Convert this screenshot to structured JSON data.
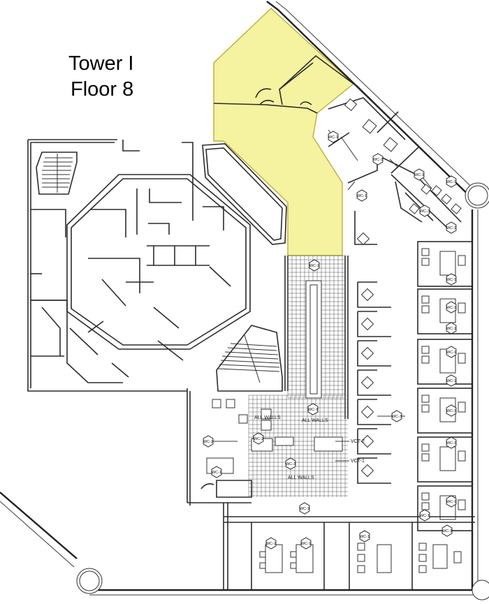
{
  "plan": {
    "title_line1": "Tower I",
    "title_line2": "Floor 8",
    "highlight_color": "#f5f2a0",
    "highlight_stroke": "#b8b03a",
    "tags": [
      {
        "label": "WC-1",
        "kind": "hex"
      },
      {
        "label": "WC-3",
        "kind": "hex"
      },
      {
        "label": "WC-1",
        "kind": "hex"
      },
      {
        "label": "WC-3",
        "kind": "hex"
      },
      {
        "label": "WC-1",
        "kind": "hex"
      },
      {
        "label": "WC-1",
        "kind": "hex"
      },
      {
        "label": "WC-3",
        "kind": "hex"
      },
      {
        "label": "WC-1",
        "kind": "hex"
      },
      {
        "label": "WC-1",
        "kind": "hex"
      },
      {
        "label": "WC-1",
        "kind": "hex"
      },
      {
        "label": "WC-1",
        "kind": "hex"
      },
      {
        "label": "WC-3",
        "kind": "hex"
      },
      {
        "label": "WC-1",
        "kind": "hex"
      },
      {
        "label": "WC-1",
        "kind": "hex"
      },
      {
        "label": "WC-1",
        "kind": "hex"
      },
      {
        "label": "WC-1",
        "kind": "hex"
      },
      {
        "label": "WC-1",
        "kind": "hex"
      },
      {
        "label": "WC-1",
        "kind": "hex"
      },
      {
        "label": "WC-2",
        "kind": "hex"
      },
      {
        "label": "WC-3",
        "kind": "hex"
      },
      {
        "label": "WC-1",
        "kind": "hex"
      },
      {
        "label": "WC-1",
        "kind": "hex"
      },
      {
        "label": "WC-1",
        "kind": "hex"
      },
      {
        "label": "WC-1",
        "kind": "hex"
      },
      {
        "label": "WC-1",
        "kind": "hex"
      },
      {
        "label": "WC-2",
        "kind": "hex"
      },
      {
        "label": "WC-3",
        "kind": "hex"
      },
      {
        "label": "WC-3",
        "kind": "hex"
      }
    ],
    "notes": [
      {
        "label": "ALL WALLS"
      },
      {
        "label": "ALL WALLS"
      },
      {
        "label": "ALL WALLS"
      },
      {
        "label": "VCT-2"
      },
      {
        "label": "VCT-1"
      }
    ]
  }
}
